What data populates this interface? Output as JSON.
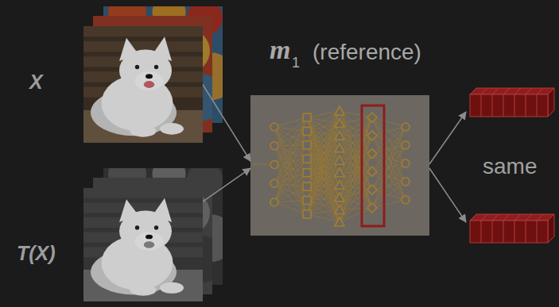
{
  "diagram": {
    "nodes": [
      {
        "text": [
          "X"
        ]
      },
      {
        "text": [
          "T(X)"
        ]
      },
      {
        "text": [
          "m",
          "1",
          "(reference)"
        ]
      }
    ],
    "edges": [
      {
        "from": 0,
        "to": 2,
        "arrow": "to"
      },
      {
        "from": 1,
        "to": 2,
        "arrow": "to"
      }
    ],
    "labels": [
      "same"
    ]
  }
}
